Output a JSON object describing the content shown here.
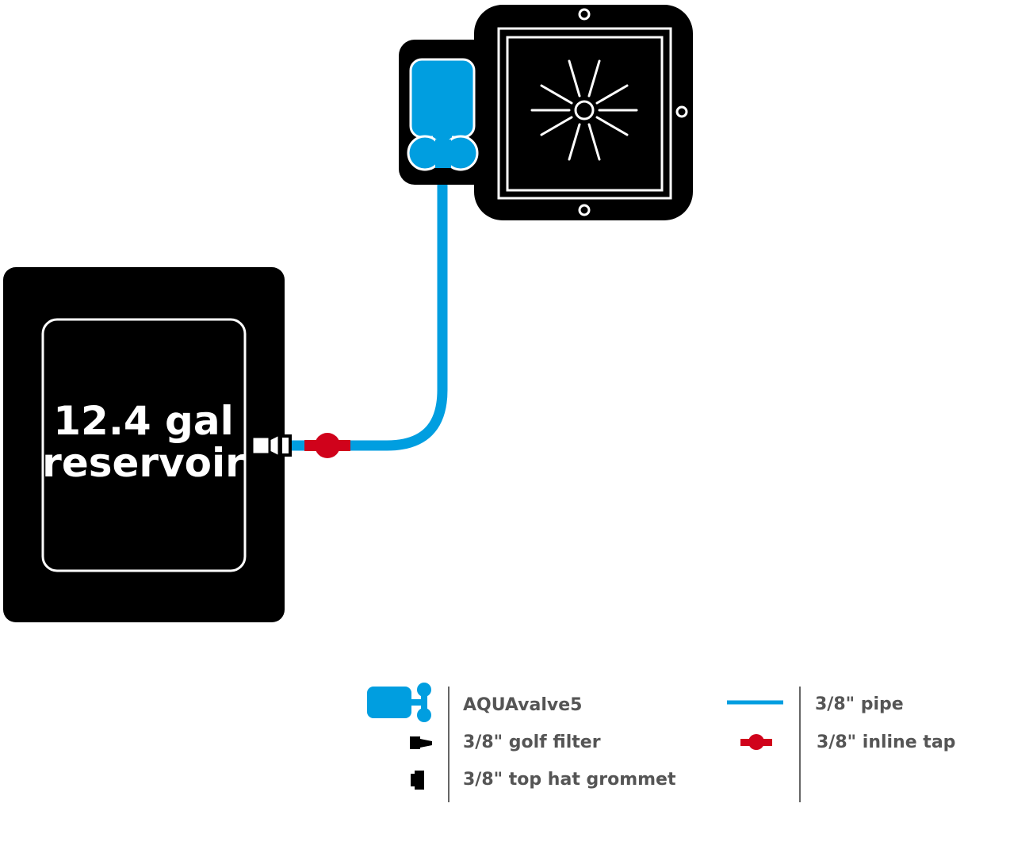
{
  "reservoir": {
    "line1": "12.4 gal",
    "line2": "reservoir"
  },
  "colors": {
    "pipe": "#009ee0",
    "tap": "#d0021b",
    "body": "#000000",
    "legend_text": "#555555"
  },
  "legend": {
    "items": [
      {
        "icon": "aquavalve-icon",
        "label": "AQUAvalve5"
      },
      {
        "icon": "golf-filter-icon",
        "label": "3/8\" golf filter"
      },
      {
        "icon": "grommet-icon",
        "label": "3/8\" top hat grommet"
      },
      {
        "icon": "pipe-line-icon",
        "label": "3/8\" pipe"
      },
      {
        "icon": "inline-tap-icon",
        "label": "3/8\" inline tap"
      }
    ]
  }
}
